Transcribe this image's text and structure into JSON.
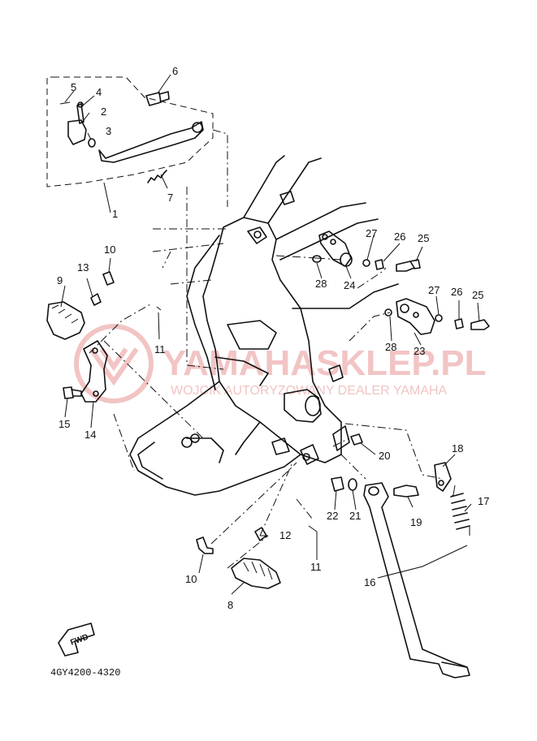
{
  "watermark": {
    "brand": "YAMAHASKLEP.PL",
    "tagline": "WOJCIK AUTORYZOWANY DEALER YAMAHA"
  },
  "diagram_code": "4GY4200-4320",
  "fwd_badge": "FWD",
  "callouts": [
    {
      "id": "c1",
      "label": "1"
    },
    {
      "id": "c2",
      "label": "2"
    },
    {
      "id": "c3",
      "label": "3"
    },
    {
      "id": "c4",
      "label": "4"
    },
    {
      "id": "c5",
      "label": "5"
    },
    {
      "id": "c6",
      "label": "6"
    },
    {
      "id": "c7",
      "label": "7"
    },
    {
      "id": "c8",
      "label": "8"
    },
    {
      "id": "c9",
      "label": "9"
    },
    {
      "id": "c10a",
      "label": "10"
    },
    {
      "id": "c10b",
      "label": "10"
    },
    {
      "id": "c11a",
      "label": "11"
    },
    {
      "id": "c11b",
      "label": "11"
    },
    {
      "id": "c12",
      "label": "12"
    },
    {
      "id": "c13",
      "label": "13"
    },
    {
      "id": "c14",
      "label": "14"
    },
    {
      "id": "c15",
      "label": "15"
    },
    {
      "id": "c16",
      "label": "16"
    },
    {
      "id": "c17",
      "label": "17"
    },
    {
      "id": "c18",
      "label": "18"
    },
    {
      "id": "c19",
      "label": "19"
    },
    {
      "id": "c20",
      "label": "20"
    },
    {
      "id": "c21",
      "label": "21"
    },
    {
      "id": "c22",
      "label": "22"
    },
    {
      "id": "c23",
      "label": "23"
    },
    {
      "id": "c24",
      "label": "24"
    },
    {
      "id": "c25a",
      "label": "25"
    },
    {
      "id": "c25b",
      "label": "25"
    },
    {
      "id": "c26a",
      "label": "26"
    },
    {
      "id": "c26b",
      "label": "26"
    },
    {
      "id": "c27a",
      "label": "27"
    },
    {
      "id": "c27b",
      "label": "27"
    },
    {
      "id": "c28a",
      "label": "28"
    },
    {
      "id": "c28b",
      "label": "28"
    }
  ],
  "colors": {
    "line": "#111111",
    "watermark": "#f2c4c4"
  }
}
